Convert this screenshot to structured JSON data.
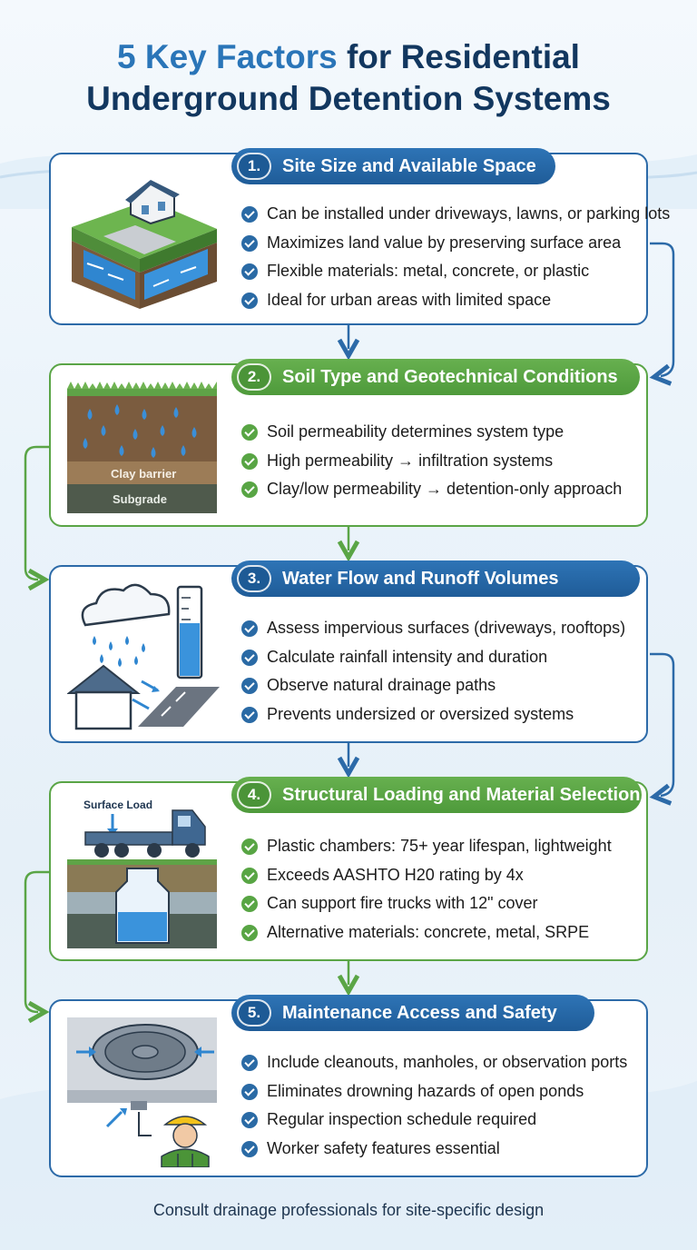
{
  "title": {
    "accent": "5 Key Factors",
    "line1_rest": " for Residential",
    "line2": "Underground Detention Systems"
  },
  "sections": [
    {
      "number": "1.",
      "heading": "Site Size and Available Space",
      "color": "blue",
      "bullets": [
        "Can be installed under driveways, lawns, or parking lots",
        "Maximizes land value by preserving surface area",
        "Flexible materials: metal, concrete, or plastic",
        "Ideal for urban areas with limited space"
      ]
    },
    {
      "number": "2.",
      "heading": "Soil Type and Geotechnical Conditions",
      "color": "green",
      "bullets": [
        "Soil permeability determines system type",
        "High permeability → infiltration systems",
        "Clay/low permeability → detention-only approach"
      ],
      "illustration_labels": {
        "clay": "Clay barrier",
        "subgrade": "Subgrade"
      }
    },
    {
      "number": "3.",
      "heading": "Water Flow and Runoff Volumes",
      "color": "blue",
      "bullets": [
        "Assess impervious surfaces (driveways, rooftops)",
        "Calculate rainfall intensity and duration",
        "Observe natural drainage paths",
        "Prevents undersized or oversized systems"
      ]
    },
    {
      "number": "4.",
      "heading": "Structural Loading and Material Selection",
      "color": "green",
      "bullets": [
        "Plastic chambers: 75+ year lifespan, lightweight",
        "Exceeds AASHTO H20 rating by 4x",
        "Can support fire trucks with 12\" cover",
        "Alternative materials: concrete, metal, SRPE"
      ],
      "illustration_labels": {
        "load": "Surface Load"
      }
    },
    {
      "number": "5.",
      "heading": "Maintenance Access and Safety",
      "color": "blue",
      "bullets": [
        "Include cleanouts, manholes, or observation ports",
        "Eliminates drowning hazards of open ponds",
        "Regular inspection schedule required",
        "Worker safety features essential"
      ]
    }
  ],
  "footer": "Consult drainage professionals for site-specific design",
  "colors": {
    "navy": "#12375f",
    "accent_blue": "#2a75b8",
    "section_blue": "#2c6aa8",
    "section_green": "#5aa546"
  },
  "icons": [
    "check-circle-icon",
    "house-detention-icon",
    "soil-layers-icon",
    "rain-runoff-icon",
    "truck-load-icon",
    "manhole-worker-icon"
  ]
}
